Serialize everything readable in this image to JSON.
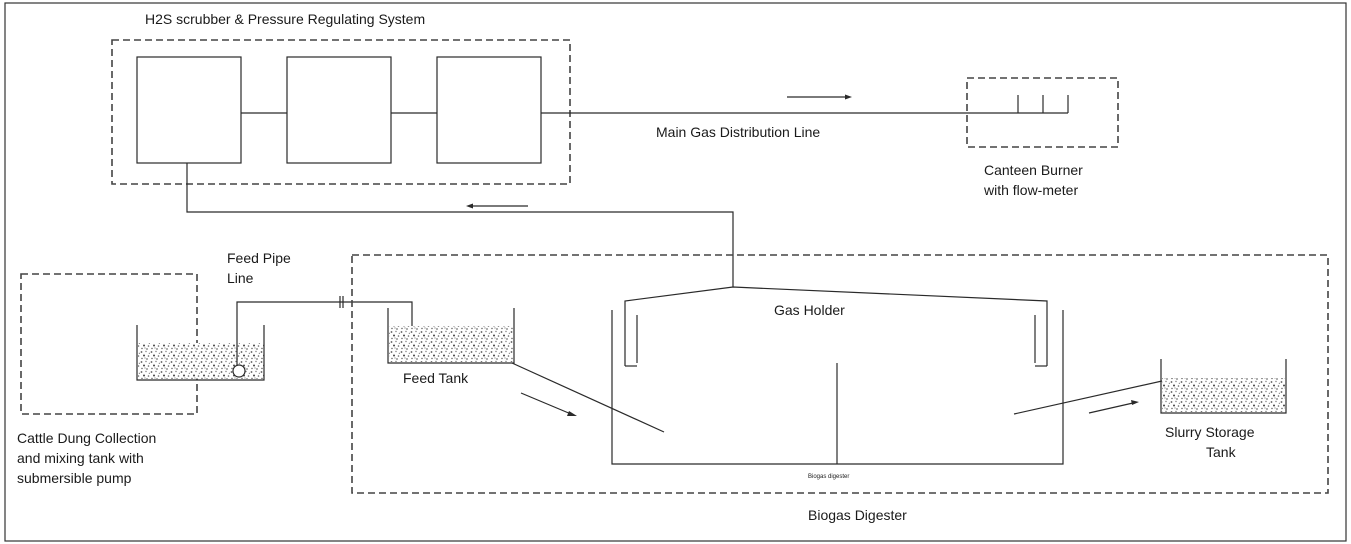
{
  "labels": {
    "scrubber_title": "H2S scrubber  & Pressure Regulating System",
    "main_gas_line": "Main Gas Distribution Line",
    "canteen_line1": "Canteen Burner",
    "canteen_line2": "with flow-meter",
    "feed_pipe_line1": "Feed Pipe",
    "feed_pipe_line2": "Line",
    "gas_holder": "Gas Holder",
    "feed_tank": "Feed Tank",
    "slurry_line1": "Slurry Storage",
    "slurry_line2": "Tank",
    "dung_line1": "Cattle Dung Collection",
    "dung_line2": "and mixing tank with",
    "dung_line3": "submersible  pump",
    "digester_small": "Biogas digester",
    "digester_section": "Biogas Digester"
  },
  "colors": {
    "line": "#2a2a2a",
    "dashed_border": "#444444",
    "background": "#ffffff"
  }
}
